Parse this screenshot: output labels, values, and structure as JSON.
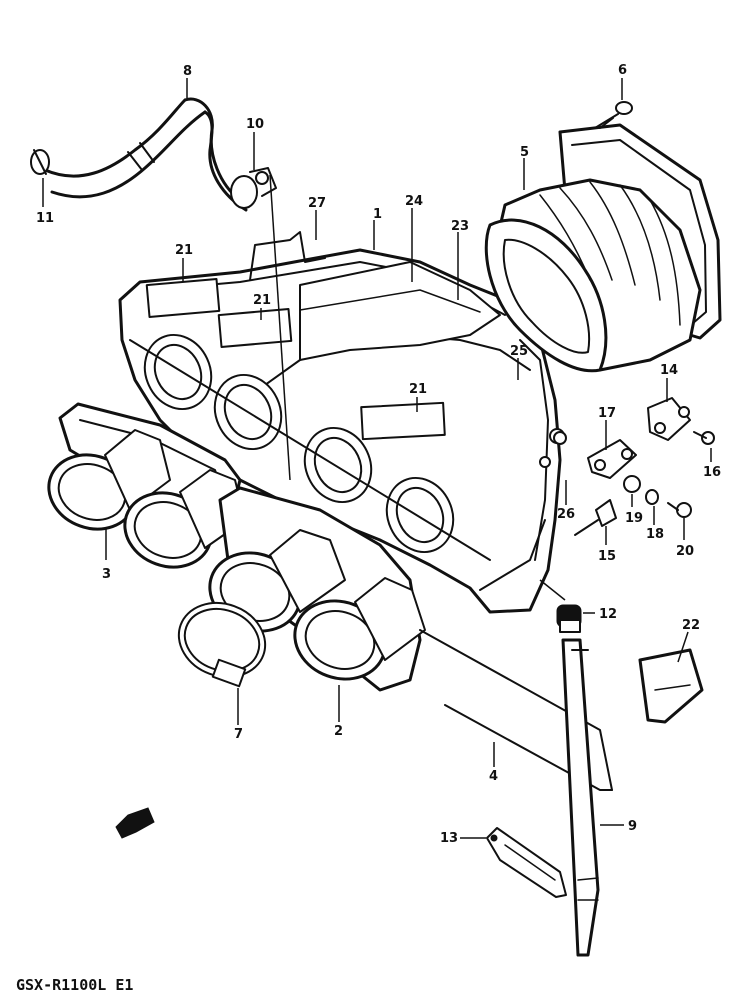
{
  "diagram": {
    "caption": "GSX-R1100L E1",
    "callouts": [
      {
        "id": "c1",
        "label": "1"
      },
      {
        "id": "c2",
        "label": "2"
      },
      {
        "id": "c3",
        "label": "3"
      },
      {
        "id": "c4",
        "label": "4"
      },
      {
        "id": "c5",
        "label": "5"
      },
      {
        "id": "c6",
        "label": "6"
      },
      {
        "id": "c7",
        "label": "7"
      },
      {
        "id": "c8",
        "label": "8"
      },
      {
        "id": "c9",
        "label": "9"
      },
      {
        "id": "c10",
        "label": "10"
      },
      {
        "id": "c11",
        "label": "11"
      },
      {
        "id": "c12",
        "label": "12"
      },
      {
        "id": "c13",
        "label": "13"
      },
      {
        "id": "c14",
        "label": "14"
      },
      {
        "id": "c15",
        "label": "15"
      },
      {
        "id": "c16",
        "label": "16"
      },
      {
        "id": "c17",
        "label": "17"
      },
      {
        "id": "c18",
        "label": "18"
      },
      {
        "id": "c19",
        "label": "19"
      },
      {
        "id": "c20",
        "label": "20"
      },
      {
        "id": "c21a",
        "label": "21"
      },
      {
        "id": "c21b",
        "label": "21"
      },
      {
        "id": "c21c",
        "label": "21"
      },
      {
        "id": "c22",
        "label": "22"
      },
      {
        "id": "c23",
        "label": "23"
      },
      {
        "id": "c24",
        "label": "24"
      },
      {
        "id": "c25",
        "label": "25"
      },
      {
        "id": "c26",
        "label": "26"
      },
      {
        "id": "c27",
        "label": "27"
      }
    ]
  }
}
